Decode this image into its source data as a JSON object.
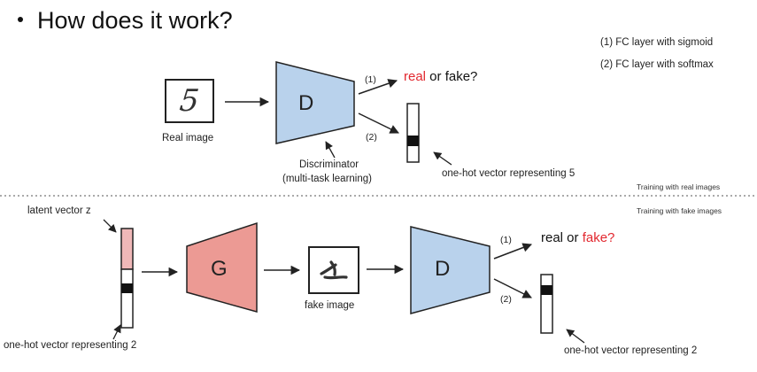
{
  "header": {
    "title": "How does it work?"
  },
  "notes": {
    "note1": "(1) FC layer with sigmoid",
    "note2": "(2) FC layer with softmax"
  },
  "top": {
    "real_image_label": "Real image",
    "digit": "5",
    "disc_letter": "D",
    "disc_caption_line1": "Discriminator",
    "disc_caption_line2": "(multi-task learning)",
    "branch1": "(1)",
    "branch2": "(2)",
    "output_real": "real",
    "output_or": " or ",
    "output_fake": "fake?",
    "onehot_caption": "one-hot vector representing 5",
    "section_tag": "Training with real images"
  },
  "bottom": {
    "section_tag": "Training with fake images",
    "latent_label": "latent vector z",
    "onehot_left_caption": "one-hot vector representing 2",
    "gen_letter": "G",
    "fake_image_label": "fake image",
    "disc_letter": "D",
    "branch1": "(1)",
    "branch2": "(2)",
    "output_real": "real or ",
    "output_fake": "fake?",
    "onehot_caption": "one-hot vector representing 2"
  },
  "colors": {
    "discriminator": "#b9d2ec",
    "generator": "#ec9a94",
    "latent": "#f0b8b8",
    "highlight_red": "#e2282f"
  }
}
